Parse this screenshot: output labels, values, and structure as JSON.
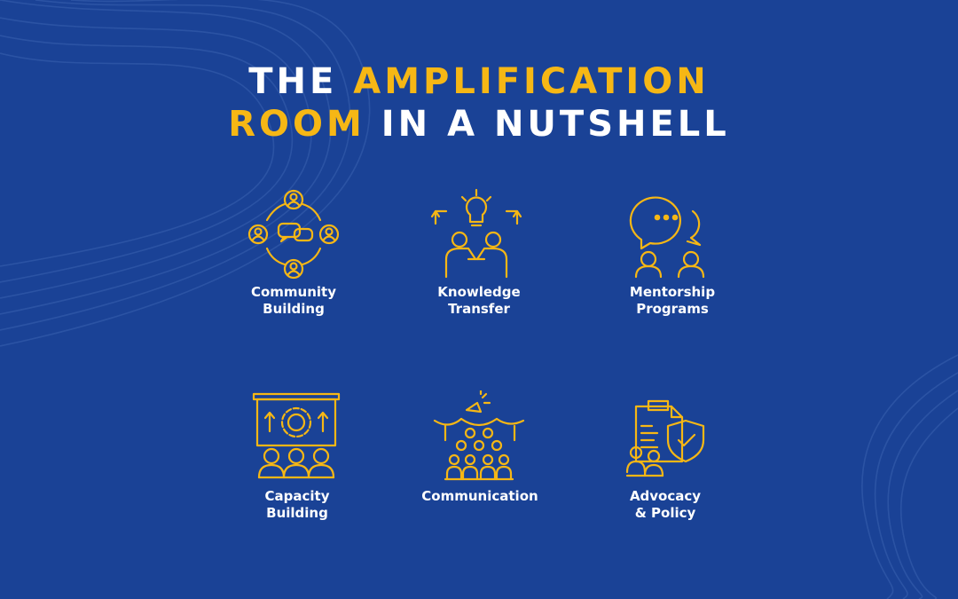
{
  "header": {
    "word1": "THE",
    "word2": "AMPLIFICATION",
    "word3": "ROOM",
    "word4": "IN A NUTSHELL"
  },
  "colors": {
    "background": "#1a4296",
    "accent": "#f6b715",
    "text": "#ffffff"
  },
  "features": [
    {
      "label": "Community\nBuilding",
      "icon": "community-icon"
    },
    {
      "label": "Knowledge\nTransfer",
      "icon": "knowledge-icon"
    },
    {
      "label": "Mentorship\nPrograms",
      "icon": "mentorship-icon"
    },
    {
      "label": "Capacity\nBuilding",
      "icon": "capacity-icon"
    },
    {
      "label": "Communication",
      "icon": "communication-icon"
    },
    {
      "label": "Advocacy\n& Policy",
      "icon": "advocacy-icon"
    }
  ]
}
